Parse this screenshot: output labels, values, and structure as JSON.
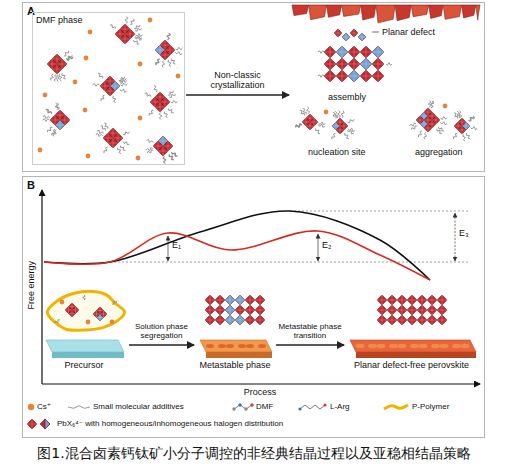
{
  "diagram": {
    "caption": "图1.混合卤素钙钛矿小分子调控的非经典结晶过程以及亚稳相结晶策略",
    "nodes": [
      {
        "text": [
          "A"
        ]
      },
      {
        "text": [
          "DMF phase"
        ],
        "in": 0
      },
      {
        "text": [
          "Planar defect",
          "assembly",
          "nucleation site",
          "aggregation"
        ],
        "in": 0
      },
      {
        "text": [
          "B"
        ]
      },
      {
        "text": [
          "Precursor"
        ],
        "in": 3
      },
      {
        "text": [
          "Metastable phase"
        ],
        "in": 3
      },
      {
        "text": [
          "Planar defect-free perovskite"
        ],
        "in": 3
      }
    ],
    "edges": [
      {
        "from": 1,
        "to": 2,
        "label": "Non-classic crystallization",
        "arrow": "to"
      },
      {
        "from": 4,
        "to": 5,
        "label": "Solution phase segregation",
        "arrow": "to"
      },
      {
        "from": 5,
        "to": 6,
        "label": "Metastable phase transition",
        "arrow": "to"
      }
    ],
    "labels": [
      "Free energy",
      "E₁",
      "E₂",
      "E₃",
      "Process"
    ],
    "legend": [
      {
        "text": "Cs⁺",
        "color": "#e8833a"
      },
      {
        "text": "Small molecular additives"
      },
      {
        "text": "DMF"
      },
      {
        "text": "L-Arg"
      },
      {
        "text": "P-Polymer"
      },
      {
        "text": "PbX₆⁴⁻ with homogeneous/inhomogeneous halogen distribution"
      }
    ]
  }
}
